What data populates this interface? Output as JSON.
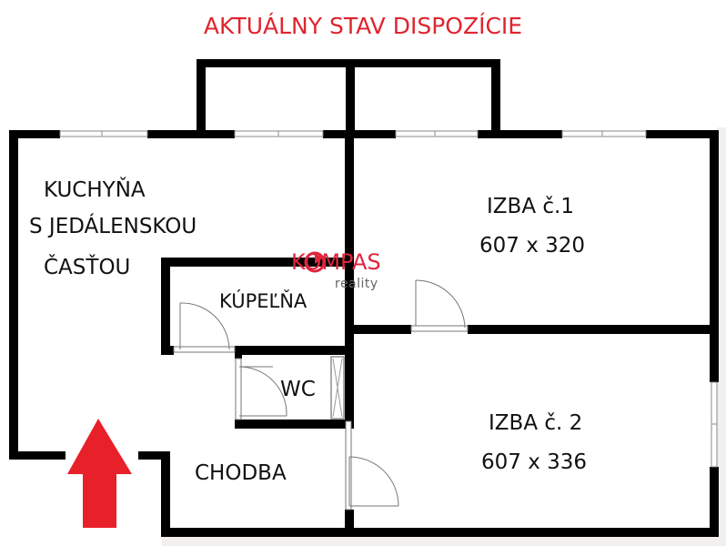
{
  "title": "AKTUÁLNY STAV DISPOZÍCIE",
  "colors": {
    "title": "#e0242f",
    "walls": "#000000",
    "arrow": "#e8202a",
    "logo": "#e0243c",
    "background_strip": "#f1f0ee"
  },
  "rooms": {
    "kitchen": {
      "line1": "KUCHYŇA",
      "line2": "S JEDÁLENSKOU",
      "line3": "ČASŤOU"
    },
    "bathroom": {
      "label": "KÚPEĽŇA"
    },
    "wc": {
      "label": "WC"
    },
    "hallway": {
      "label": "CHODBA"
    },
    "room1": {
      "label": "IZBA č.1",
      "dimensions": "607 x 320"
    },
    "room2": {
      "label": "IZBA č. 2",
      "dimensions": "607 x 336"
    }
  },
  "logo": {
    "brand": "KOMPAS",
    "sub": "reality"
  },
  "entrance": {
    "icon": "entrance-arrow-icon"
  }
}
